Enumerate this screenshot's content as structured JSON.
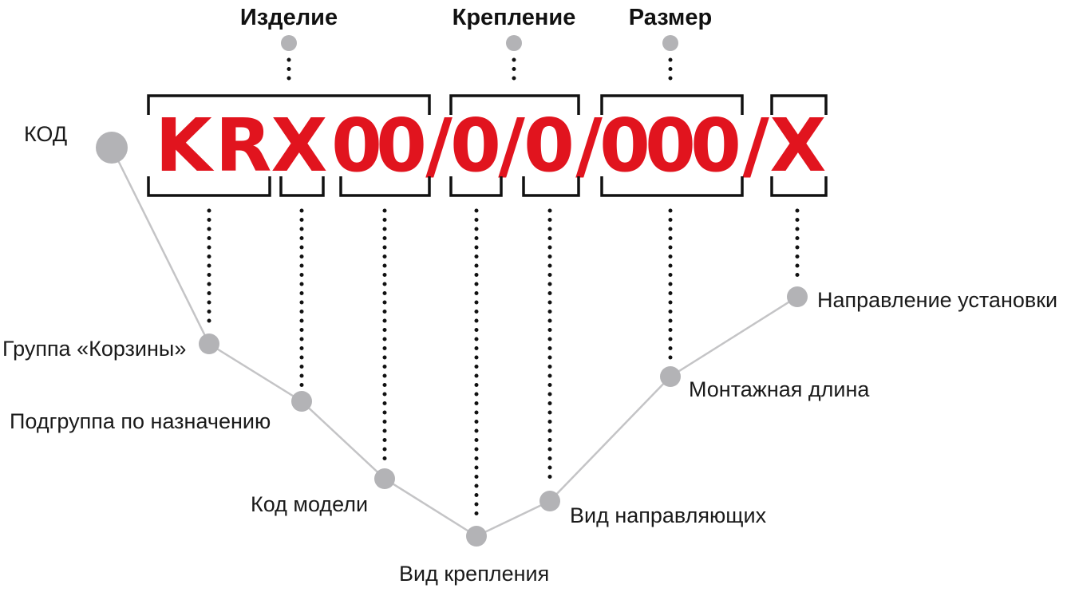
{
  "code": {
    "label": "КОД",
    "chars": [
      "K",
      "R",
      "X",
      "0",
      "0",
      "/",
      "0",
      "/",
      "0",
      "/",
      "0",
      "0",
      "0",
      "/",
      "X"
    ]
  },
  "headers": {
    "product": "Изделие",
    "mounting": "Крепление",
    "size": "Размер"
  },
  "segments": {
    "group": "Группа «Корзины»",
    "subgroup": "Подгруппа по назначению",
    "model_code": "Код модели",
    "mount_type": "Вид крепления",
    "guide_type": "Вид направляющих",
    "mount_length": "Монтажная длина",
    "install_direction": "Направление установки"
  },
  "colors": {
    "code": "#e1141e",
    "connector": "#c4c4c6",
    "node": "#b3b3b6",
    "text": "#1a1a1a"
  }
}
